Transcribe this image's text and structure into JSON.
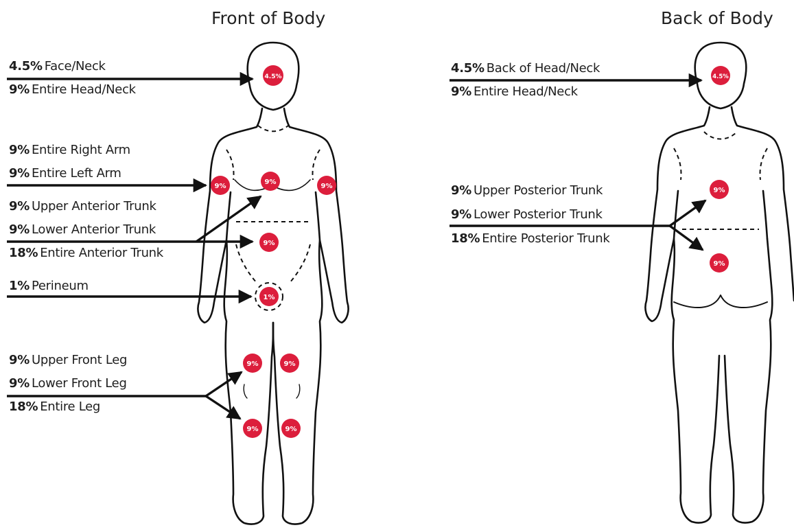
{
  "front": {
    "title": "Front of Body",
    "labels": {
      "face_pct": "4.5%",
      "face_text": "Face/Neck",
      "head_pct": "9%",
      "head_text": "Entire Head/Neck",
      "rarm_pct": "9%",
      "rarm_text": "Entire Right Arm",
      "larm_pct": "9%",
      "larm_text": "Entire Left Arm",
      "uat_pct": "9%",
      "uat_text": "Upper Anterior Trunk",
      "lat_pct": "9%",
      "lat_text": "Lower Anterior Trunk",
      "eat_pct": "18%",
      "eat_text": "Entire Anterior Trunk",
      "per_pct": "1%",
      "per_text": "Perineum",
      "ufl_pct": "9%",
      "ufl_text": "Upper Front Leg",
      "lfl_pct": "9%",
      "lfl_text": "Lower Front Leg",
      "el_pct": "18%",
      "el_text": "Entire Leg"
    },
    "badges": {
      "head": "4.5%",
      "right_arm": "9%",
      "left_arm": "9%",
      "chest": "9%",
      "abdomen": "9%",
      "perineum": "1%",
      "upper_leg_right": "9%",
      "upper_leg_left": "9%",
      "lower_leg_right": "9%",
      "lower_leg_left": "9%"
    }
  },
  "back": {
    "title": "Back of Body",
    "labels": {
      "bhead_pct": "4.5%",
      "bhead_text": "Back of Head/Neck",
      "head_pct": "9%",
      "head_text": "Entire Head/Neck",
      "upt_pct": "9%",
      "upt_text": "Upper Posterior Trunk",
      "lpt_pct": "9%",
      "lpt_text": "Lower Posterior Trunk",
      "ept_pct": "18%",
      "ept_text": "Entire Posterior Trunk"
    },
    "badges": {
      "head": "4.5%",
      "upper_back": "9%",
      "lower_back": "9%"
    }
  },
  "colors": {
    "badge": "#dc1e3c",
    "line": "#111111"
  }
}
